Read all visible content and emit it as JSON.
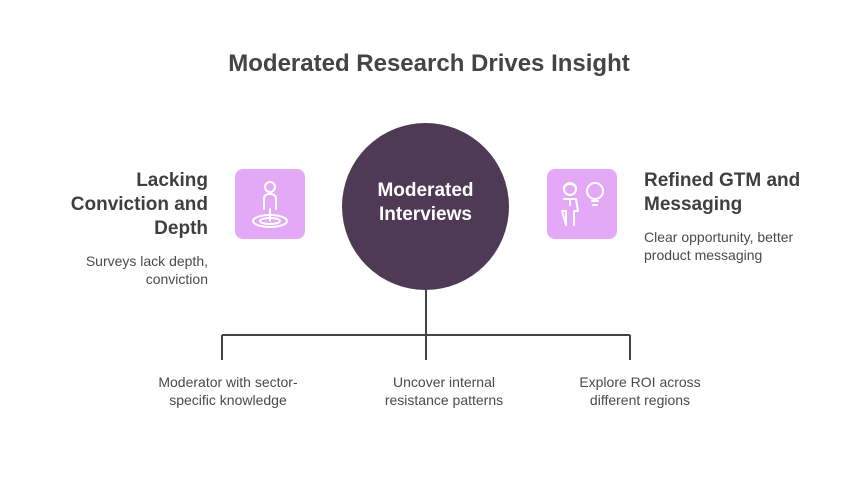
{
  "title": "Moderated Research Drives Insight",
  "center": {
    "label_line1": "Moderated",
    "label_line2": "Interviews",
    "color": "#4e3a55"
  },
  "left": {
    "title_line1": "Lacking",
    "title_line2": "Conviction and",
    "title_line3": "Depth",
    "desc_line1": "Surveys lack depth,",
    "desc_line2": "conviction",
    "icon": "person-in-target-icon"
  },
  "right": {
    "title_line1": "Refined GTM and",
    "title_line2": "Messaging",
    "desc_line1": "Clear opportunity, better",
    "desc_line2": "product messaging",
    "icon": "person-with-lightbulb-icon"
  },
  "accent_color": "#e3a8f6",
  "branches": [
    {
      "line1": "Moderator with sector-",
      "line2": "specific knowledge"
    },
    {
      "line1": "Uncover internal",
      "line2": "resistance patterns"
    },
    {
      "line1": "Explore ROI across",
      "line2": "different regions"
    }
  ]
}
